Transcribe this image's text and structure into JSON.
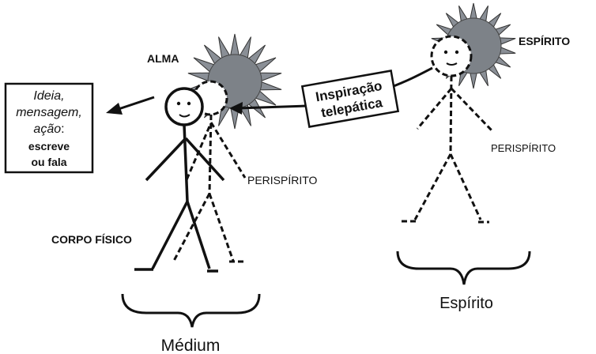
{
  "labels": {
    "alma": "ALMA",
    "espirito_top": "ESPÍRITO",
    "perispirito_medium": "PERISPÍRITO",
    "perispirito_spirit": "PERISPÍRITO",
    "corpo_fisico": "CORPO FÍSICO",
    "medium": "Médium",
    "espirito_bottom": "Espírito"
  },
  "idea_box": {
    "line1": "Ideia,",
    "line2": "mensagem,",
    "line3": "ação",
    "colon": ":",
    "line4": "escreve",
    "line5": "ou fala"
  },
  "inspiration_box": {
    "line1": "Inspiração",
    "line2": "telepática"
  },
  "colors": {
    "ink": "#111111",
    "sun_rays": "#8a8f96",
    "sun_core": "#7d8288",
    "sun_outline": "#333333",
    "background": "#ffffff"
  },
  "icons": {
    "medium_soul": "sun-burst-icon",
    "spirit_soul": "sun-burst-icon"
  }
}
